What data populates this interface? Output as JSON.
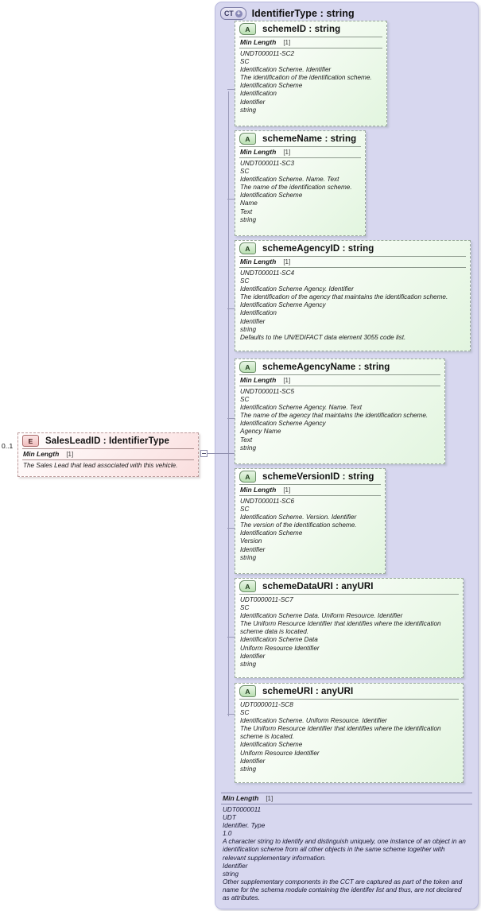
{
  "diagram": {
    "type": "xsd-schema-diagram",
    "container": {
      "badge": "CT",
      "badge_icon": "plus-circle-icon",
      "title": "IdentifierType : string",
      "documentation": {
        "min_length_label": "Min Length",
        "min_length_cardinality": "[1]",
        "lines": [
          "UDT0000011",
          "UDT",
          "Identifier. Type",
          "1.0",
          "A character string to identify and distinguish uniquely, one instance of an object in an identification scheme from all other objects in the same scheme together with relevant supplementary information.",
          "Identifier",
          "string",
          "Other supplementary components in the CCT are captured as part of the token and name for the schema module containing the identifer list and thus, are not declared as attributes."
        ]
      }
    },
    "element": {
      "badge": "E",
      "title": "SalesLeadID : IdentifierType",
      "cardinality": "0..1",
      "min_length_label": "Min Length",
      "min_length_cardinality": "[1]",
      "documentation": "The Sales Lead that lead associated with this vehicle."
    },
    "attributes": [
      {
        "badge": "A",
        "title": "schemeID : string",
        "min_length_label": "Min Length",
        "min_length_cardinality": "[1]",
        "has_min_length": true,
        "lines": [
          "UNDT000011-SC2",
          "SC",
          "Identification Scheme. Identifier",
          "The identification of the identification scheme.",
          "Identification Scheme",
          "Identification",
          "Identifier",
          "string"
        ]
      },
      {
        "badge": "A",
        "title": "schemeName : string",
        "min_length_label": "Min Length",
        "min_length_cardinality": "[1]",
        "has_min_length": true,
        "lines": [
          "UNDT000011-SC3",
          "SC",
          "Identification Scheme. Name. Text",
          "The name of the identification scheme.",
          "Identification Scheme",
          "Name",
          "Text",
          "string"
        ]
      },
      {
        "badge": "A",
        "title": "schemeAgencyID : string",
        "min_length_label": "Min Length",
        "min_length_cardinality": "[1]",
        "has_min_length": true,
        "lines": [
          "UNDT000011-SC4",
          "SC",
          "Identification Scheme Agency. Identifier",
          "The identification of the agency that maintains the identification scheme.",
          "Identification Scheme Agency",
          "Identification",
          "Identifier",
          "string",
          "Defaults to the UN/EDIFACT data element 3055 code list."
        ]
      },
      {
        "badge": "A",
        "title": "schemeAgencyName : string",
        "min_length_label": "Min Length",
        "min_length_cardinality": "[1]",
        "has_min_length": true,
        "lines": [
          "UNDT000011-SC5",
          "SC",
          "Identification Scheme Agency. Name. Text",
          "The name of the agency that maintains the identification scheme.",
          "Identification Scheme Agency",
          "Agency Name",
          "Text",
          "string"
        ]
      },
      {
        "badge": "A",
        "title": "schemeVersionID : string",
        "min_length_label": "Min Length",
        "min_length_cardinality": "[1]",
        "has_min_length": true,
        "lines": [
          "UNDT000011-SC6",
          "SC",
          "Identification Scheme. Version. Identifier",
          "The version of the identification scheme.",
          "Identification Scheme",
          "Version",
          "Identifier",
          "string"
        ]
      },
      {
        "badge": "A",
        "title": "schemeDataURI : anyURI",
        "has_min_length": false,
        "lines": [
          "UDT0000011-SC7",
          "SC",
          "Identification Scheme Data. Uniform Resource. Identifier",
          "The Uniform Resource Identifier that identifies where the identification scheme data is located.",
          "Identification Scheme Data",
          "Uniform Resource Identifier",
          "Identifier",
          "string"
        ]
      },
      {
        "badge": "A",
        "title": "schemeURI : anyURI",
        "has_min_length": false,
        "lines": [
          "UDT0000011-SC8",
          "SC",
          "Identification Scheme. Uniform Resource. Identifier",
          "The Uniform Resource Identifier that identifies where the identification scheme is located.",
          "Identification Scheme",
          "Uniform Resource Identifier",
          "Identifier",
          "string"
        ]
      }
    ],
    "colors": {
      "container_bg": "#d7d7ef",
      "attribute_bg": "#e2f5df",
      "element_bg": "#fadede",
      "connector": "#9a9ab8"
    }
  }
}
